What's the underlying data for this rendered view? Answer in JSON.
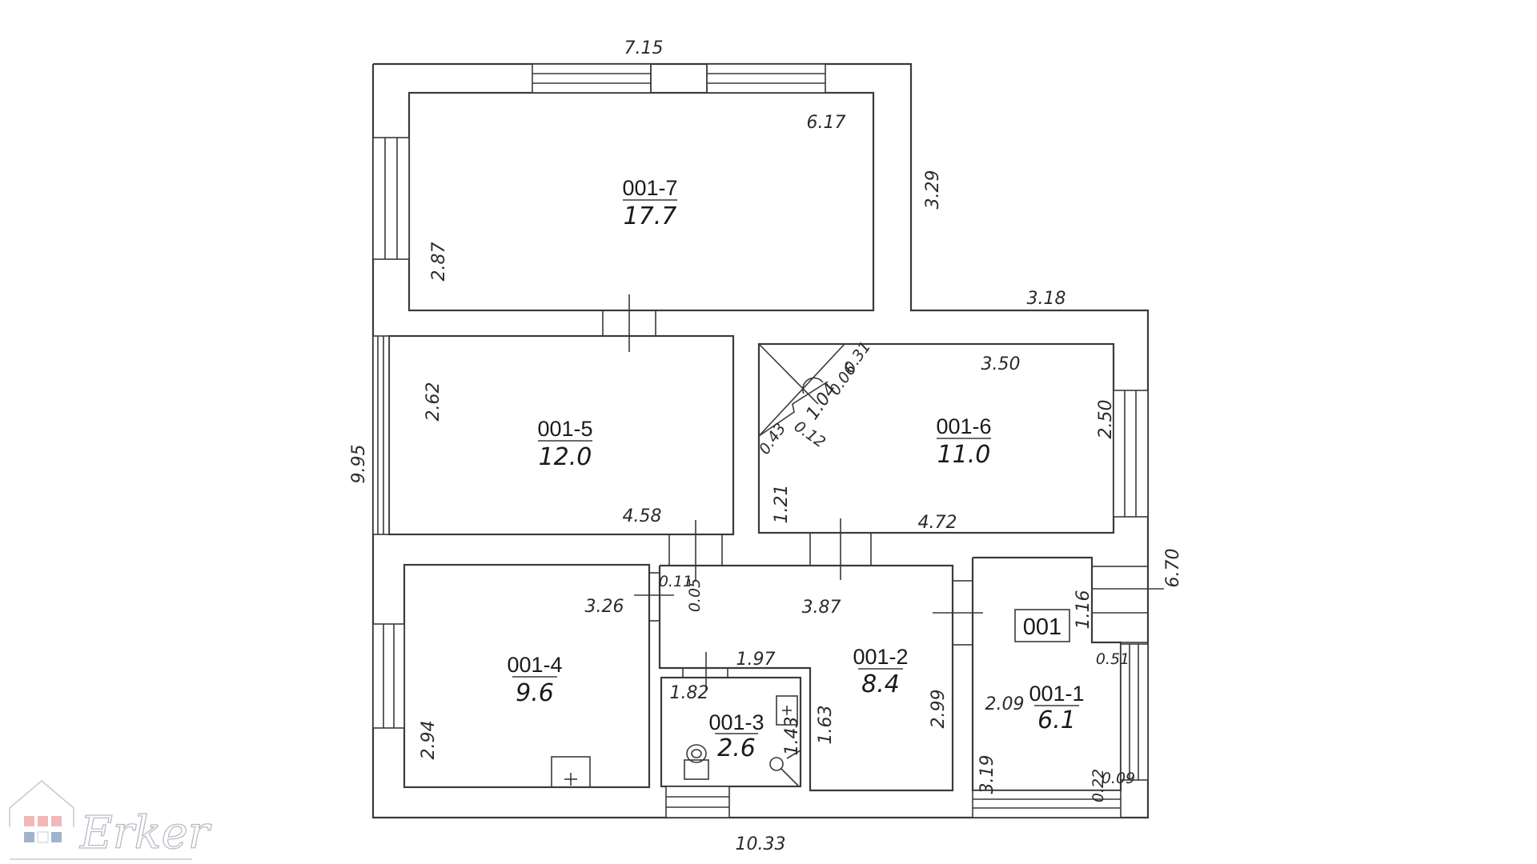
{
  "unit": {
    "label": "001"
  },
  "rooms": {
    "r7": {
      "id": "001-7",
      "area": "17.7"
    },
    "r5": {
      "id": "001-5",
      "area": "12.0"
    },
    "r6": {
      "id": "001-6",
      "area": "11.0"
    },
    "r4": {
      "id": "001-4",
      "area": "9.6"
    },
    "r2": {
      "id": "001-2",
      "area": "8.4"
    },
    "r3": {
      "id": "001-3",
      "area": "2.6"
    },
    "r1": {
      "id": "001-1",
      "area": "6.1"
    }
  },
  "dims": {
    "top_total": "7.15",
    "left_total": "9.95",
    "bottom_total": "10.33",
    "right_upper": "3.29",
    "step_width": "3.18",
    "right_lower": "6.70",
    "r7_width": "6.17",
    "r7_height": "2.87",
    "r5_height": "2.62",
    "r5_width": "4.58",
    "r6_width_top": "3.50",
    "r6_height": "2.50",
    "r6_width_bottom": "4.72",
    "r6_left_seg": "1.21",
    "r6_corner_a": "0.31",
    "r6_corner_b": "0.06",
    "r6_corner_c": "1.04",
    "r6_corner_d": "0.43",
    "r6_corner_e": "0.12",
    "r4_width": "3.26",
    "r4_height": "2.94",
    "r2_gap_a": "0.11",
    "r2_gap_b": "0.05",
    "r2_width": "3.87",
    "r2_inner_width": "1.97",
    "r2_inner_height": "1.63",
    "r2_height": "2.99",
    "r3_width": "1.82",
    "r3_height": "1.43",
    "r1_step_height": "1.16",
    "r1_step_width": "0.51",
    "r1_width": "2.09",
    "r1_height": "3.19",
    "r1_corner_a": "0.22",
    "r1_corner_b": "0.09"
  },
  "watermark": {
    "text": "Erker"
  }
}
